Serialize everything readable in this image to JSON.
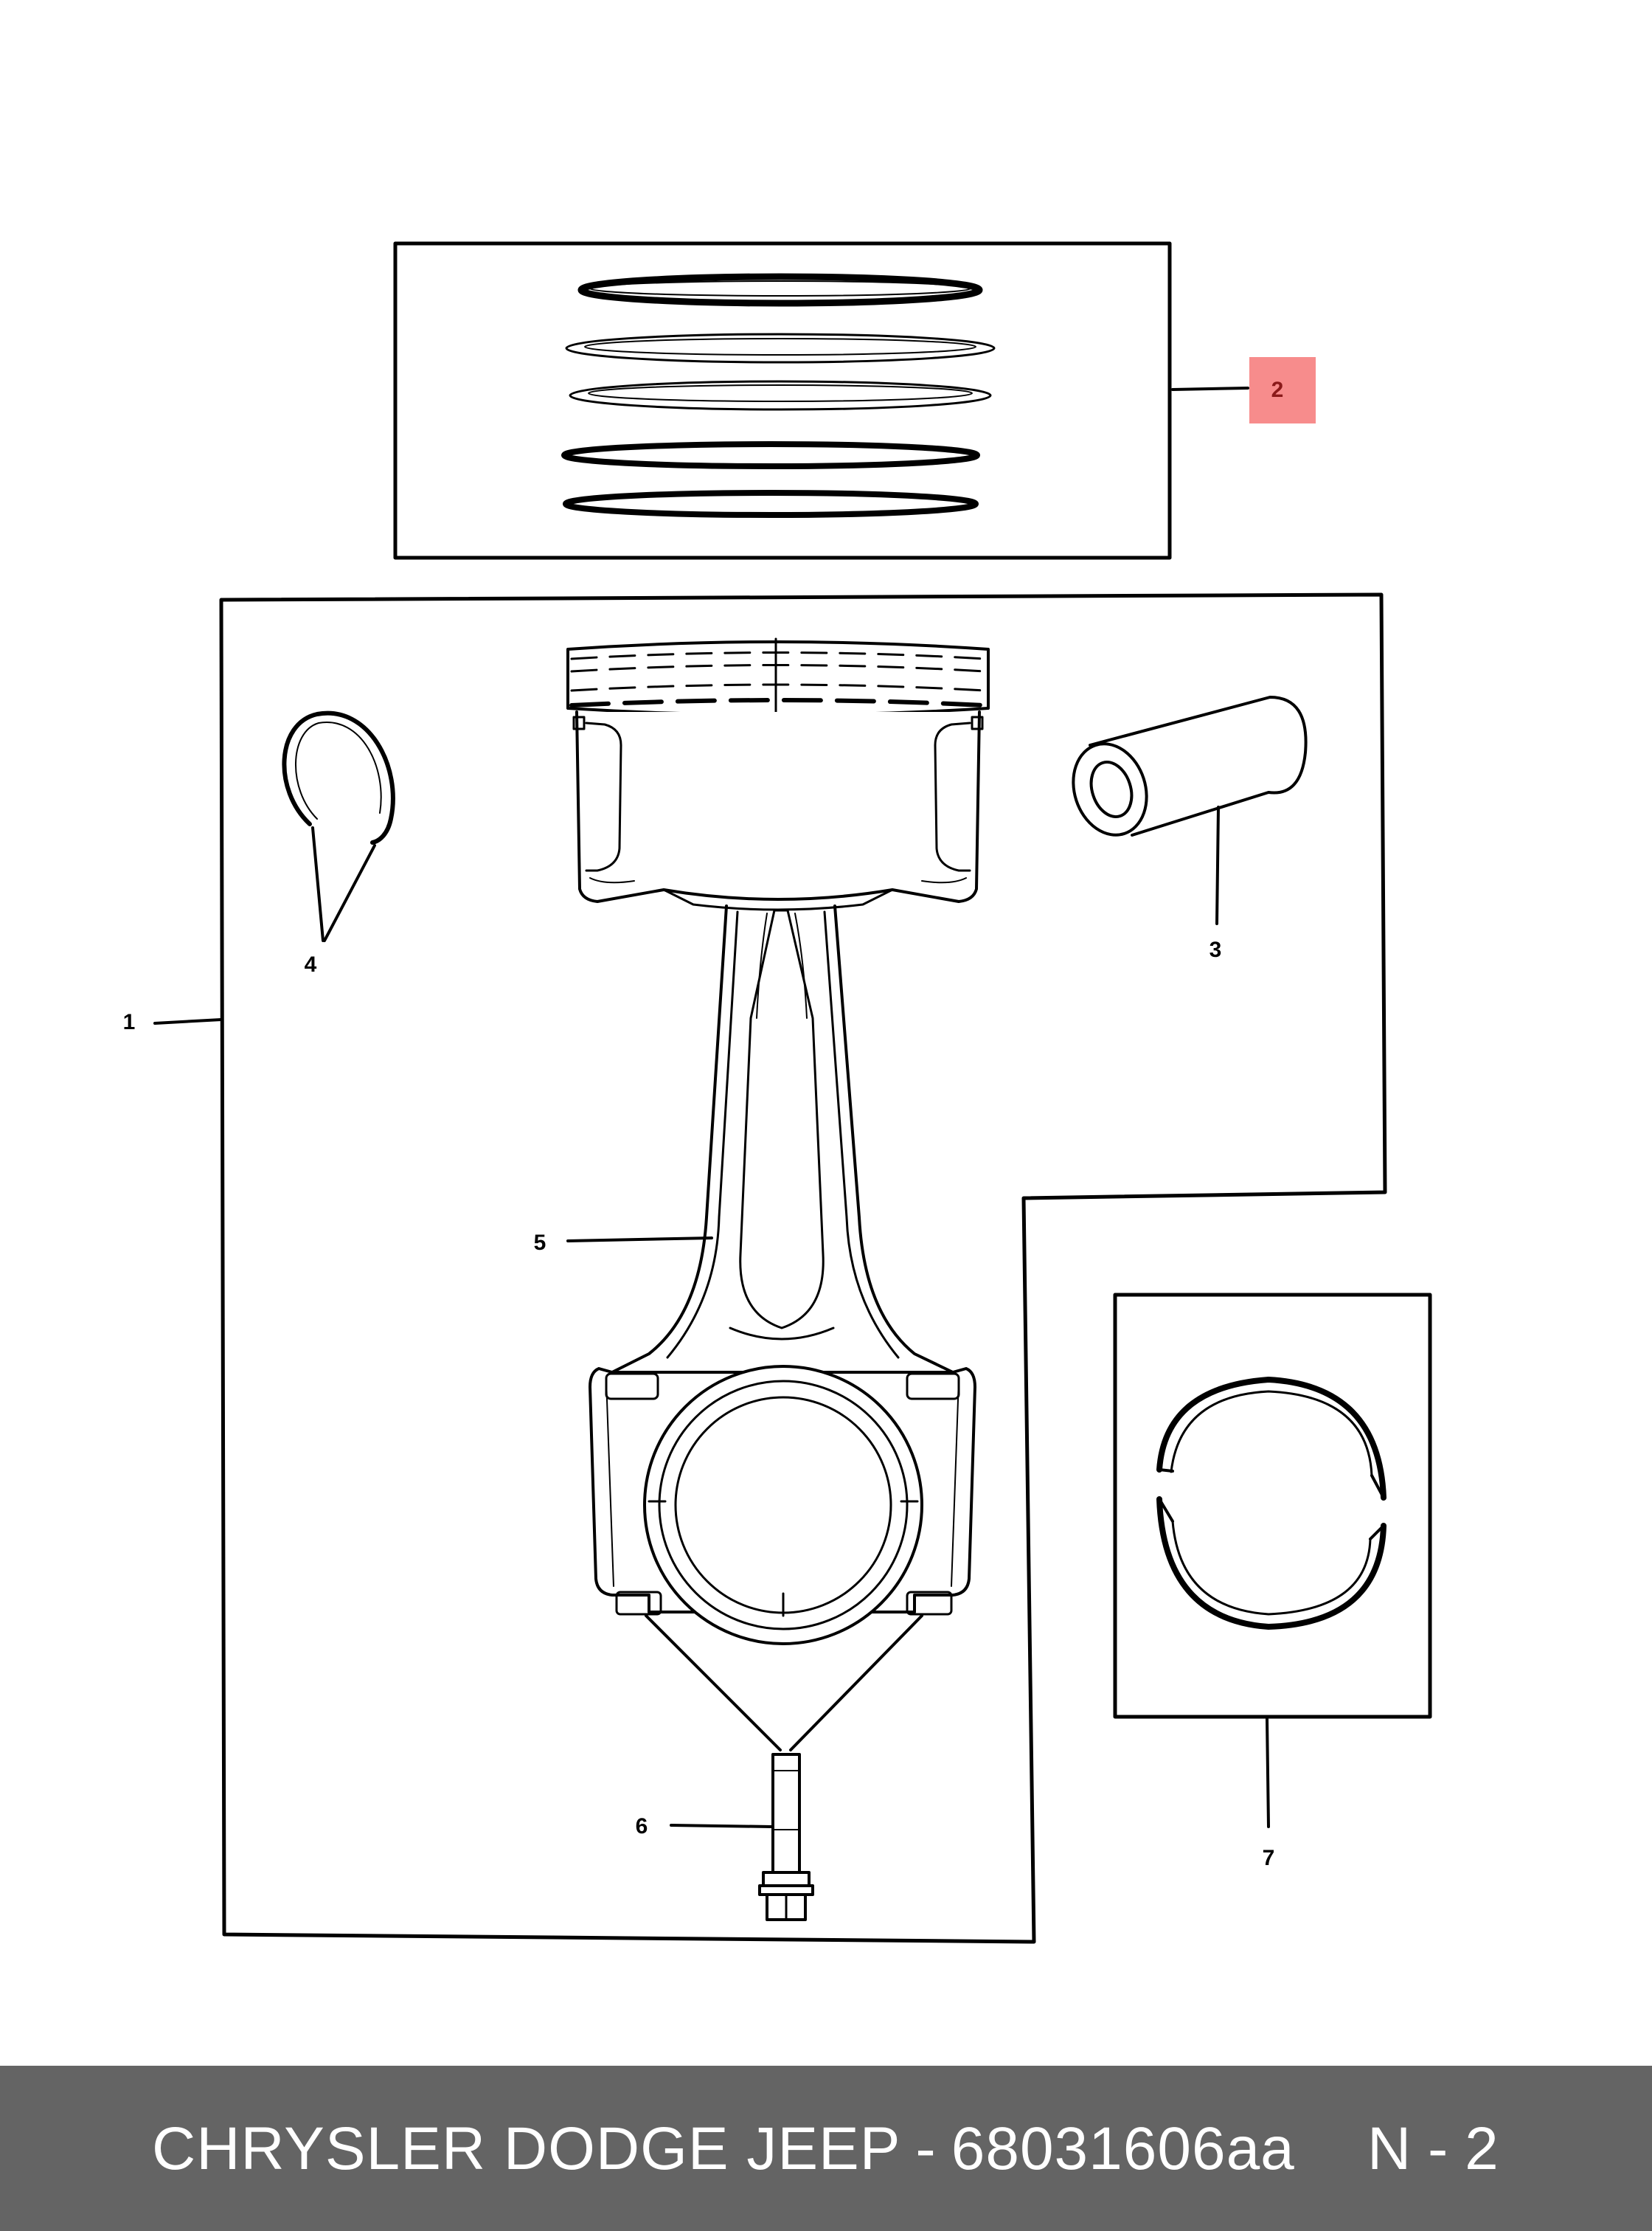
{
  "callouts": {
    "c1": "1",
    "c2": "2",
    "c3": "3",
    "c4": "4",
    "c5": "5",
    "c6": "6",
    "c7": "7"
  },
  "highlight_color": "#f78c8c",
  "footer": {
    "brand": "CHRYSLER DODGE JEEP",
    "separator": "-",
    "part_number": "68031606aa",
    "page": "N - 2"
  }
}
